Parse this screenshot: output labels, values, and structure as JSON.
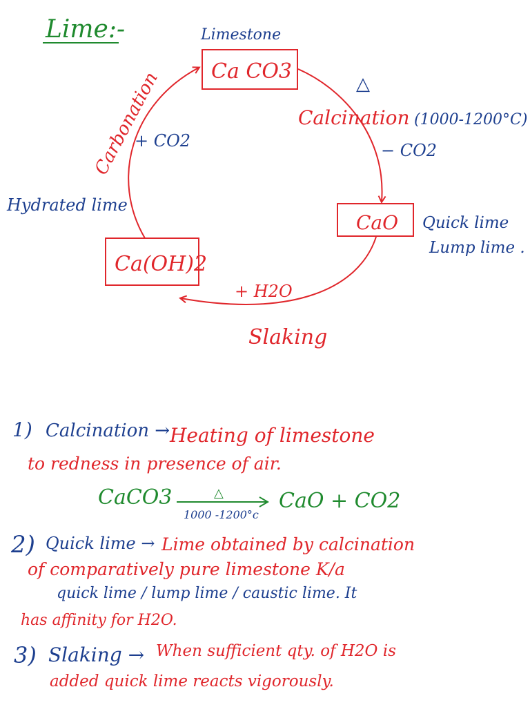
{
  "colors": {
    "green": "#1f8a2e",
    "blue": "#1d3f8f",
    "red": "#e0262b"
  },
  "title": "Lime:-",
  "cycle": {
    "limestone_label": "Limestone",
    "caco3_formula": "Ca CO3",
    "heat_symbol": "△",
    "calcination_label": "Calcination",
    "calcination_temp": "(1000-1200°C)",
    "minus_co2": "− CO2",
    "cao_formula": "CaO",
    "quick_lime_label": "Quick lime",
    "lump_lime_label": "Lump lime .",
    "carbonation_label": "Carbonation",
    "plus_co2": "+ CO2",
    "hydrated_lime_label": "Hydrated lime",
    "caoh2_formula": "Ca(OH)2",
    "plus_h2o": "+ H2O",
    "slaking_label": "Slaking"
  },
  "notes": {
    "n1_num": "1)",
    "n1_term": "Calcination →",
    "n1_def_a": "Heating of limestone",
    "n1_def_b": "to redness in presence of air.",
    "eq_left": "CaCO3",
    "eq_delta": "△",
    "eq_temp": "1000 -1200°c",
    "eq_right": "CaO + CO2",
    "n2_num": "2)",
    "n2_term": "Quick lime →",
    "n2_def_a": "Lime obtained by calcination",
    "n2_def_b": "of comparatively pure limestone K/a",
    "n2_def_c": "quick lime / lump lime / caustic lime. It",
    "n2_def_d": "has affinity for H2O.",
    "n3_num": "3)",
    "n3_term": "Slaking →",
    "n3_def_a": "When sufficient qty. of H2O is",
    "n3_def_b": "added quick lime reacts vigorously."
  }
}
